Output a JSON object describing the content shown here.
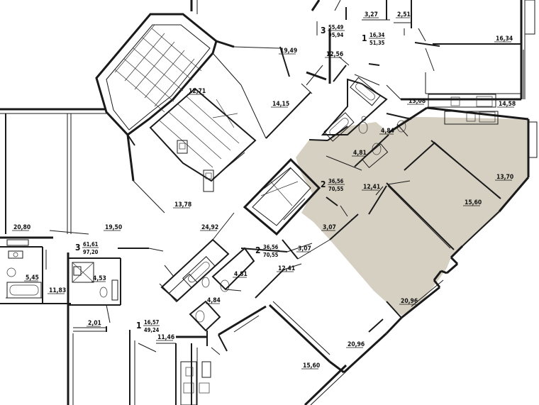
{
  "colors": {
    "highlight_fill": "#d6d0c2",
    "wall": "#1a1a1a",
    "background": "#ffffff"
  },
  "apartments": [
    {
      "id": "apt3-top",
      "rooms": "3",
      "area_living": "55,49",
      "area_total": "95,94"
    },
    {
      "id": "apt1-top",
      "rooms": "1",
      "area_living": "16,34",
      "area_total": "51,35"
    },
    {
      "id": "apt2-highlighted",
      "rooms": "2",
      "area_living": "36,56",
      "area_total": "70,55"
    },
    {
      "id": "apt2-lower",
      "rooms": "2",
      "area_living": "36,56",
      "area_total": "70,55"
    },
    {
      "id": "apt3-left",
      "rooms": "3",
      "area_living": "61,61",
      "area_total": "97,20"
    },
    {
      "id": "apt1-bottom",
      "rooms": "1",
      "area_living": "16,57",
      "area_total": "49,24"
    }
  ],
  "room_areas": {
    "r_3_27": "3,27",
    "r_2_51": "2,51",
    "r_16_34_right": "16,34",
    "r_19_49": "19,49",
    "r_12_56": "12,56",
    "r_12_71": "12,71",
    "r_14_15": "14,15",
    "r_13_08": "13,08",
    "r_14_58": "14,58",
    "r_4_84_top": "4,84",
    "r_4_81_top": "4,81",
    "r_12_41_top": "12,41",
    "r_13_70": "13,70",
    "r_15_60_top": "15,60",
    "r_3_07_top": "3,07",
    "r_20_96_top": "20,96",
    "r_13_78": "13,78",
    "r_19_50": "19,50",
    "r_24_92": "24,92",
    "r_20_80": "20,80",
    "r_5_45": "5,45",
    "r_4_53": "4,53",
    "r_11_83": "11,83",
    "r_3_07_low": "3,07",
    "r_12_41_low": "12,41",
    "r_4_81_low": "4,81",
    "r_4_84_low": "4,84",
    "r_2_01": "2,01",
    "r_11_46": "11,46",
    "r_20_96_low": "20,96",
    "r_15_60_low": "15,60"
  }
}
